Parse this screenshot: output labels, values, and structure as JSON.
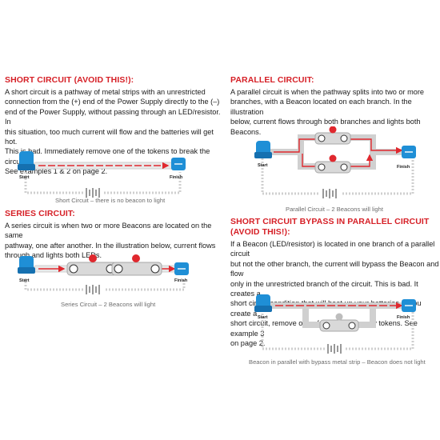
{
  "short_circuit": {
    "heading": "SHORT CIRCUIT (AVOID THIS!):",
    "lines": [
      "A short circuit is a pathway of metal strips with an unrestricted",
      "connection from the (+) end of the Power Supply directly to the (–)",
      "end of the Power Supply, without passing through an LED/resistor. In",
      "this situation, too much current will flow and the batteries will get hot.",
      "This is bad. Immediately remove one of the tokens to break the circuit.",
      "See examples 1 & 2 on page 2."
    ],
    "start_label": "Start",
    "finish_label": "Finish",
    "caption": "Short Circuit – there is no beacon to light"
  },
  "series_circuit": {
    "heading": "SERIES CIRCUIT:",
    "lines": [
      "A series circuit is when two or more Beacons are located on the same",
      "pathway, one after another. In the illustration below, current flows",
      "through and lights both LEDs."
    ],
    "start_label": "Start",
    "finish_label": "Finish",
    "caption": "Series Circuit – 2 Beacons will light"
  },
  "parallel_circuit": {
    "heading": "PARALLEL CIRCUIT:",
    "lines": [
      "A parallel circuit is when the pathway splits into two or more",
      "branches, with a Beacon located on each branch. In the illustration",
      "below, current flows through both branches and lights both Beacons."
    ],
    "start_label": "Start",
    "finish_label": "Finish",
    "caption": "Parallel Circuit – 2 Beacons will light"
  },
  "bypass_circuit": {
    "heading": "SHORT CIRCUIT BYPASS IN PARALLEL CIRCUIT (AVOID THIS!):",
    "lines": [
      "If a Beacon (LED/resistor) is located in one branch of a parallel circuit",
      "but not the other branch, the current will bypass the Beacon and flow",
      "only in the unrestricted branch of the circuit. This is bad. It creates a",
      "short circuit condition that will heat up your batteries. If you create a",
      "short circuit, remove one of the power supply tokens. See example 3",
      "on page 2."
    ],
    "start_label": "Start",
    "finish_label": "Finish",
    "caption": "Beacon in parallel with bypass metal strip – Beacon does not light"
  },
  "colors": {
    "heading_red": "#d61f26",
    "wire_red": "#e0282e",
    "beacon_blue": "#1f8fd6",
    "strip_gray": "#cfcfcf"
  }
}
